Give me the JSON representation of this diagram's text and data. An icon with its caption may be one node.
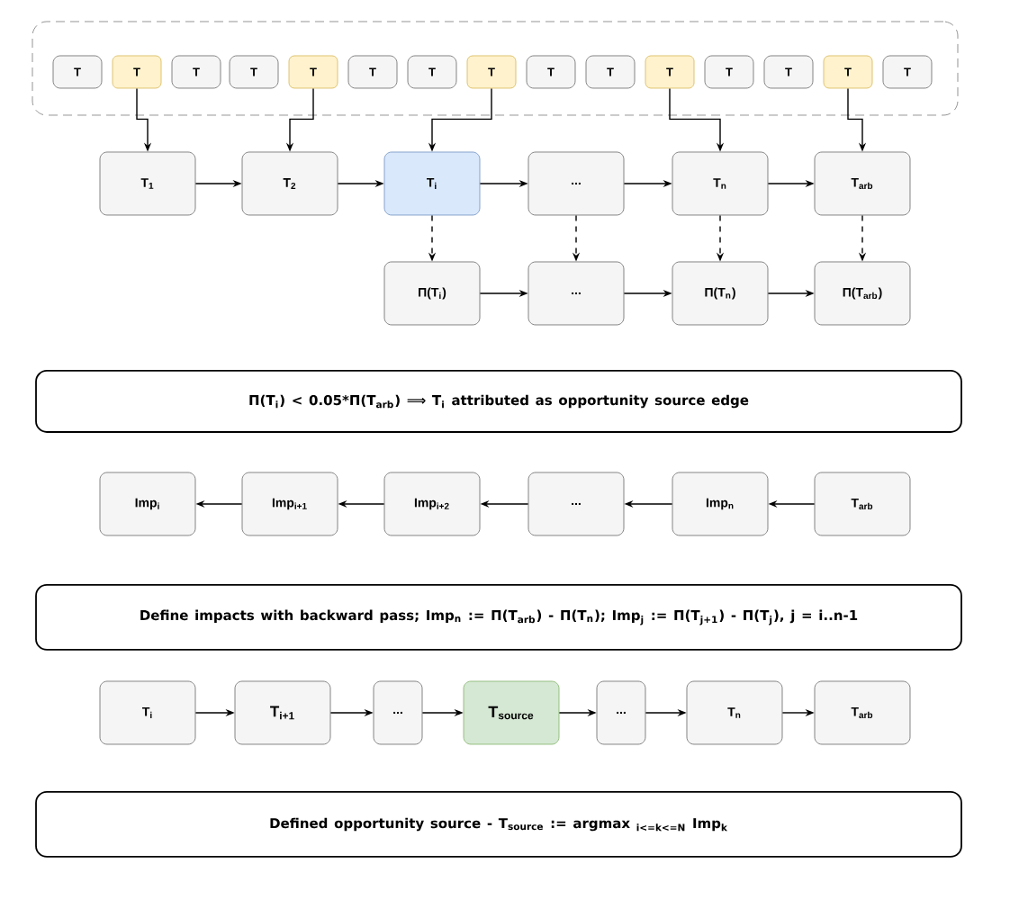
{
  "diagram": {
    "nodes": [
      {
        "text": [],
        "shape": "box"
      },
      {
        "text": [
          "T"
        ],
        "in": 0
      },
      {
        "text": [
          "T"
        ],
        "in": 0
      },
      {
        "text": [
          "T"
        ],
        "in": 0
      },
      {
        "text": [
          "T"
        ],
        "in": 0
      },
      {
        "text": [
          "T"
        ],
        "in": 0
      },
      {
        "text": [
          "T"
        ],
        "in": 0
      },
      {
        "text": [
          "T"
        ],
        "in": 0
      },
      {
        "text": [
          "T"
        ],
        "in": 0
      },
      {
        "text": [
          "T"
        ],
        "in": 0
      },
      {
        "text": [
          "T"
        ],
        "in": 0
      },
      {
        "text": [
          "T"
        ],
        "in": 0
      },
      {
        "text": [
          "T"
        ],
        "in": 0
      },
      {
        "text": [
          "T"
        ],
        "in": 0
      },
      {
        "text": [
          "T"
        ],
        "in": 0
      },
      {
        "text": [
          "T"
        ],
        "in": 0
      },
      {
        "text": [
          "T$_{1}$"
        ]
      },
      {
        "text": [
          "T$_{2}$"
        ]
      },
      {
        "text": [
          "T$_{i}$"
        ]
      },
      {
        "text": [
          "..."
        ]
      },
      {
        "text": [
          "T$_{n}$"
        ]
      },
      {
        "text": [
          "T$_{arb}$"
        ]
      },
      {
        "text": [
          "Π(T$_{i}$)"
        ]
      },
      {
        "text": [
          "..."
        ]
      },
      {
        "text": [
          "Π(T$_{n}$)"
        ]
      },
      {
        "text": [
          "Π(T$_{arb}$)"
        ]
      },
      {
        "text": [
          "Π(T$_{i}$) < 0.05*Π(T$_{arb}$) ⟹ T$_{i}$ attributed as opportunity source edge"
        ]
      },
      {
        "text": [
          "Imp$_{i}$"
        ]
      },
      {
        "text": [
          "Imp$_{i+1}$"
        ]
      },
      {
        "text": [
          "Imp$_{i+2}$"
        ]
      },
      {
        "text": [
          "..."
        ]
      },
      {
        "text": [
          "Imp$_{n}$"
        ]
      },
      {
        "text": [
          "T$_{arb}$"
        ]
      },
      {
        "text": [
          "Define impacts with backward pass; Imp$_{n}$ := Π(T$_{arb}$) - Π(T$_{n}$); Imp$_{j}$ := Π(T$_{j+1}$) - Π(T$_{j}$), j = i..n-1"
        ]
      },
      {
        "text": [
          "T$_{i}$"
        ]
      },
      {
        "text": [
          "T$_{i+1}$"
        ]
      },
      {
        "text": [
          "..."
        ]
      },
      {
        "text": [
          "T$_{source}$"
        ]
      },
      {
        "text": [
          "..."
        ]
      },
      {
        "text": [
          "T$_{n}$"
        ]
      },
      {
        "text": [
          "T$_{arb}$"
        ]
      },
      {
        "text": [
          "Defined opportunity source - T$_{source}$ := argmax $_{i<=k<=N}$ Imp$_{k}$"
        ]
      }
    ],
    "edges": [
      {
        "from": 2,
        "to": 16,
        "arrow": "to"
      },
      {
        "from": 5,
        "to": 17,
        "arrow": "to"
      },
      {
        "from": 8,
        "to": 18,
        "arrow": "to"
      },
      {
        "from": 11,
        "to": 20,
        "arrow": "to"
      },
      {
        "from": 14,
        "to": 21,
        "arrow": "to"
      },
      {
        "from": 16,
        "to": 17,
        "arrow": "to"
      },
      {
        "from": 17,
        "to": 18,
        "arrow": "to"
      },
      {
        "from": 18,
        "to": 19,
        "arrow": "to"
      },
      {
        "from": 19,
        "to": 20,
        "arrow": "to"
      },
      {
        "from": 20,
        "to": 21,
        "arrow": "to"
      },
      {
        "from": 18,
        "to": 22,
        "arrow": "to",
        "style": "dashed"
      },
      {
        "from": 19,
        "to": 23,
        "arrow": "to",
        "style": "dashed"
      },
      {
        "from": 20,
        "to": 24,
        "arrow": "to",
        "style": "dashed"
      },
      {
        "from": 21,
        "to": 25,
        "arrow": "to",
        "style": "dashed"
      },
      {
        "from": 22,
        "to": 23,
        "arrow": "to"
      },
      {
        "from": 23,
        "to": 24,
        "arrow": "to"
      },
      {
        "from": 24,
        "to": 25,
        "arrow": "to"
      },
      {
        "from": 28,
        "to": 27,
        "arrow": "to"
      },
      {
        "from": 29,
        "to": 28,
        "arrow": "to"
      },
      {
        "from": 30,
        "to": 29,
        "arrow": "to"
      },
      {
        "from": 31,
        "to": 30,
        "arrow": "to"
      },
      {
        "from": 32,
        "to": 31,
        "arrow": "to"
      },
      {
        "from": 34,
        "to": 35,
        "arrow": "to"
      },
      {
        "from": 35,
        "to": 36,
        "arrow": "to"
      },
      {
        "from": 36,
        "to": 37,
        "arrow": "to"
      },
      {
        "from": 37,
        "to": 38,
        "arrow": "to"
      },
      {
        "from": 38,
        "to": 39,
        "arrow": "to"
      },
      {
        "from": 39,
        "to": 40,
        "arrow": "to"
      }
    ]
  }
}
